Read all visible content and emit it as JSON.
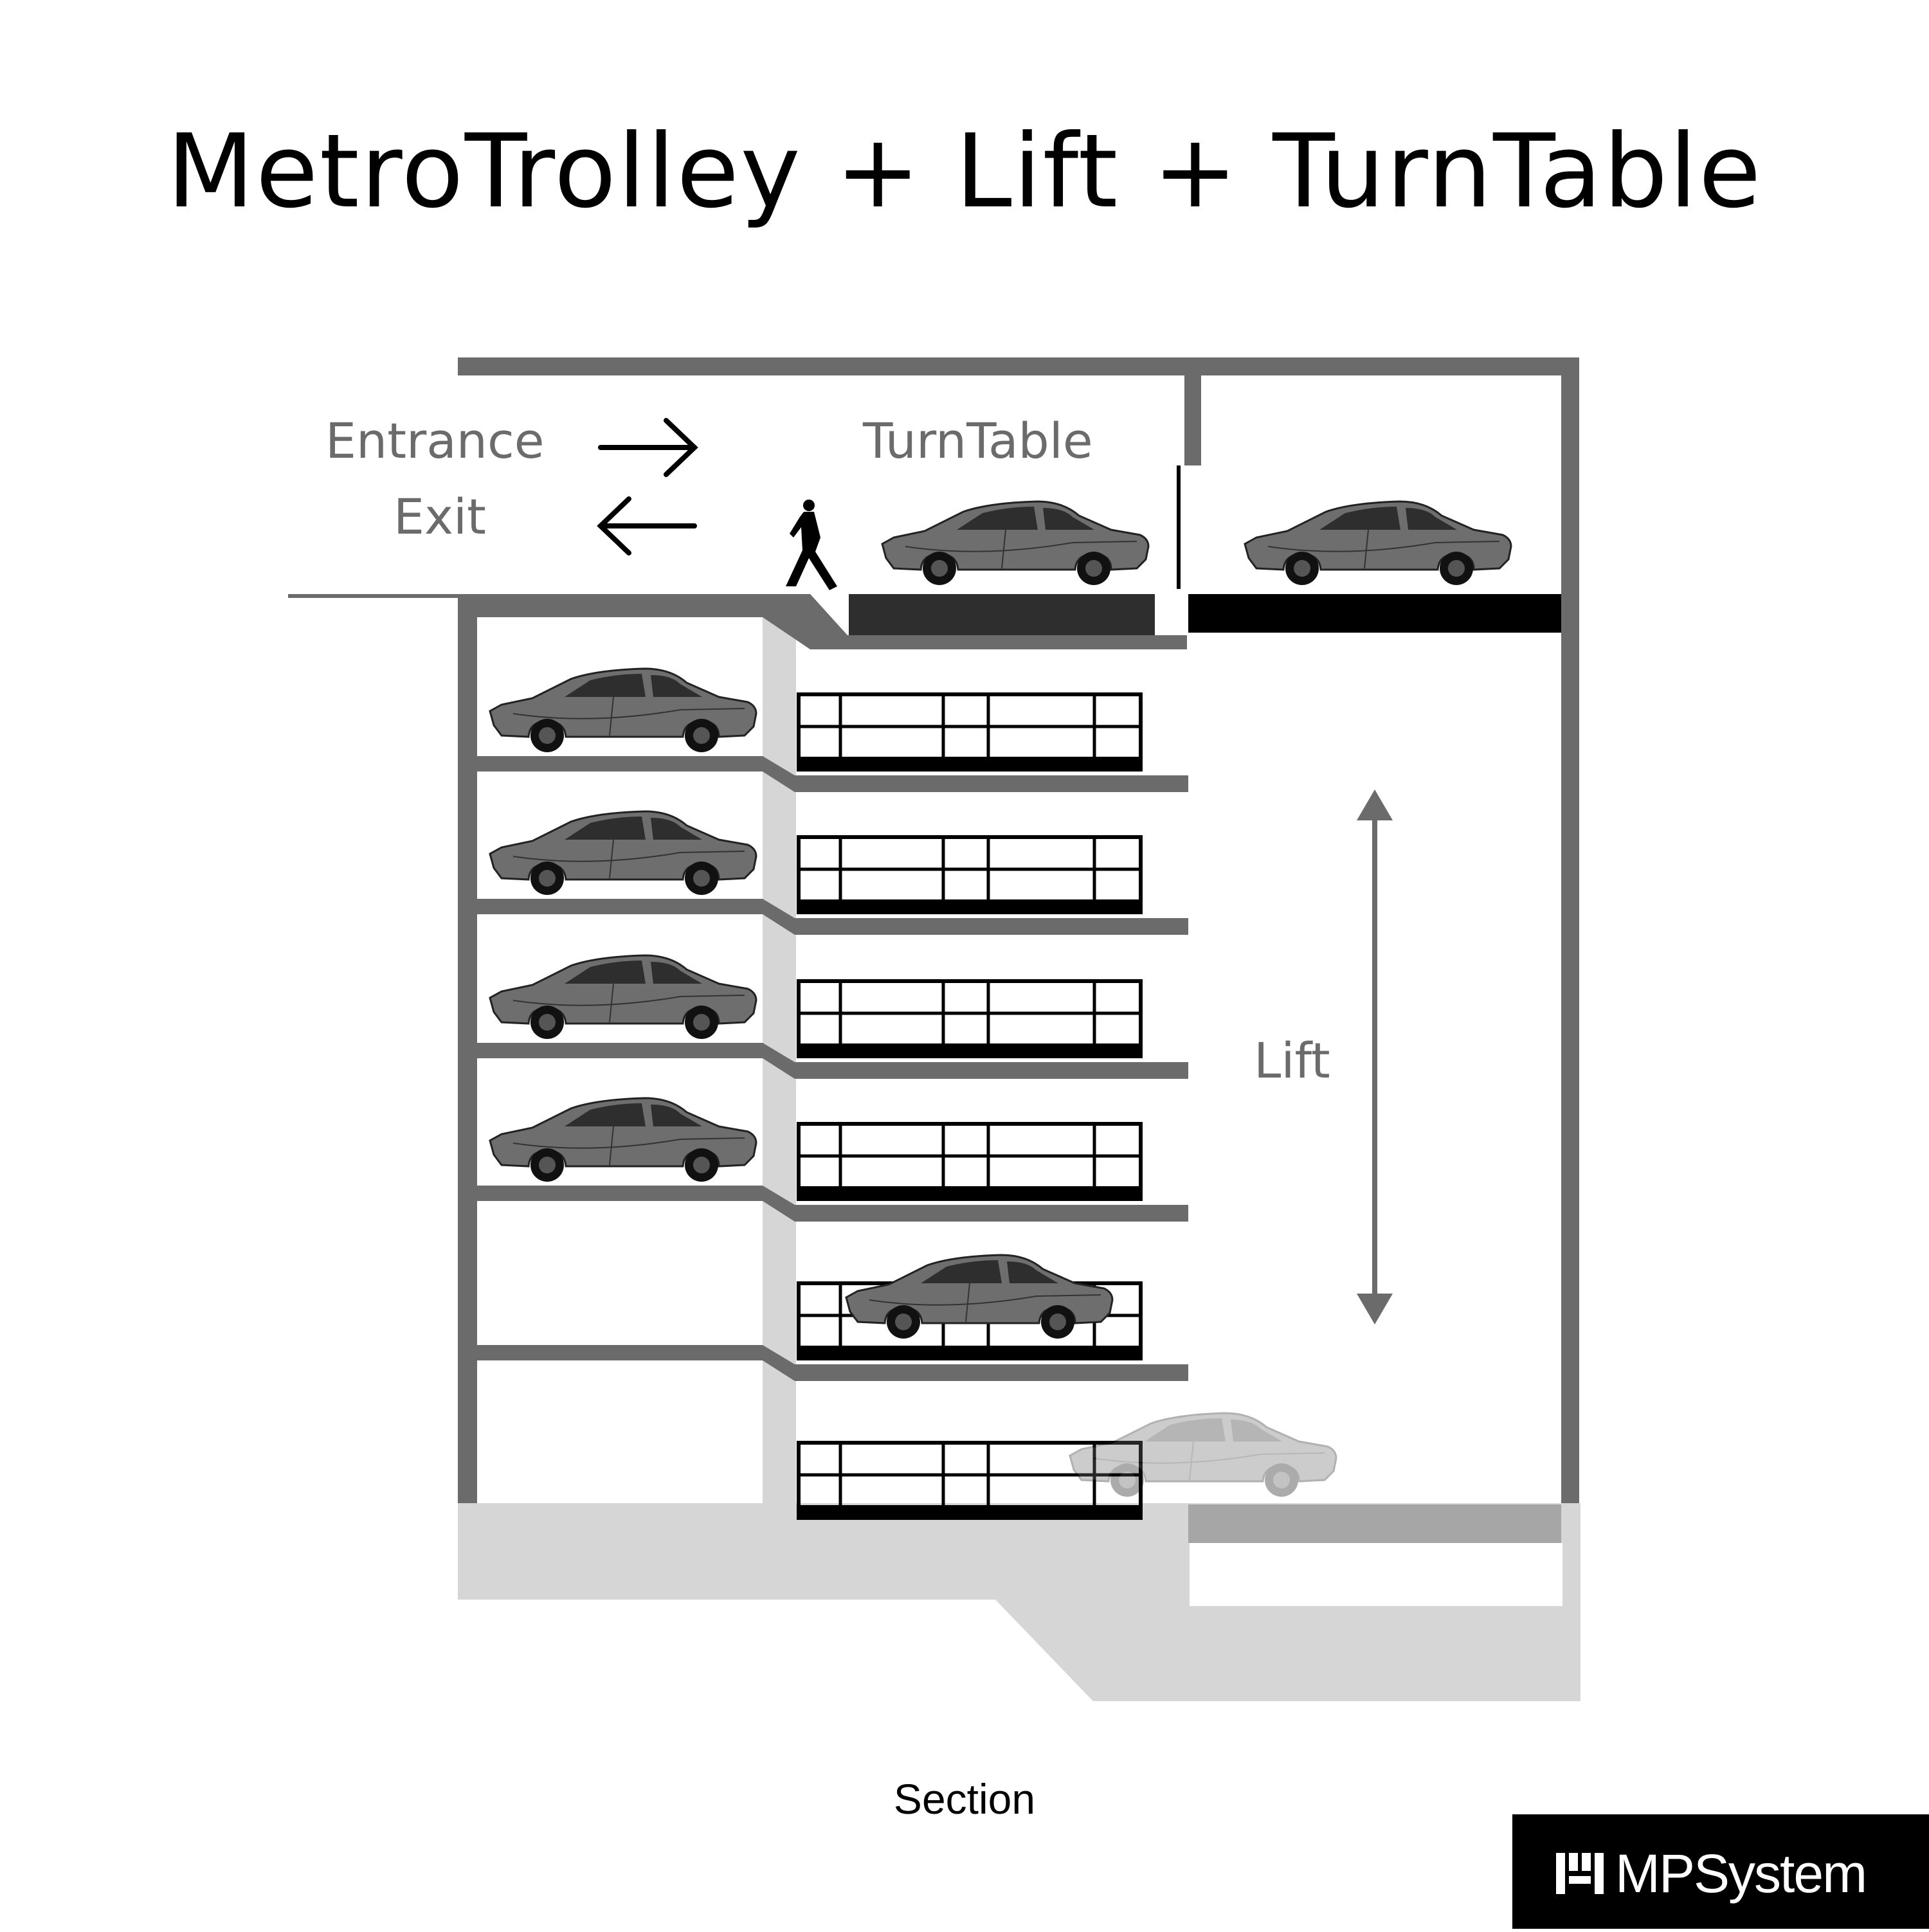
{
  "title": "MetroTrolley + Lift + TurnTable",
  "labels": {
    "entrance": "Entrance",
    "exit": "Exit",
    "turntable": "TurnTable",
    "lift": "Lift"
  },
  "caption": "Section",
  "brand": {
    "name": "MPSystem"
  },
  "colors": {
    "structure": "#6b6b6b",
    "light": "#d6d6d6",
    "car_body": "#6e6e6e",
    "car_dark": "#2a2a2a",
    "platform": "#000000",
    "turntable_pad": "#2e2e2e"
  }
}
